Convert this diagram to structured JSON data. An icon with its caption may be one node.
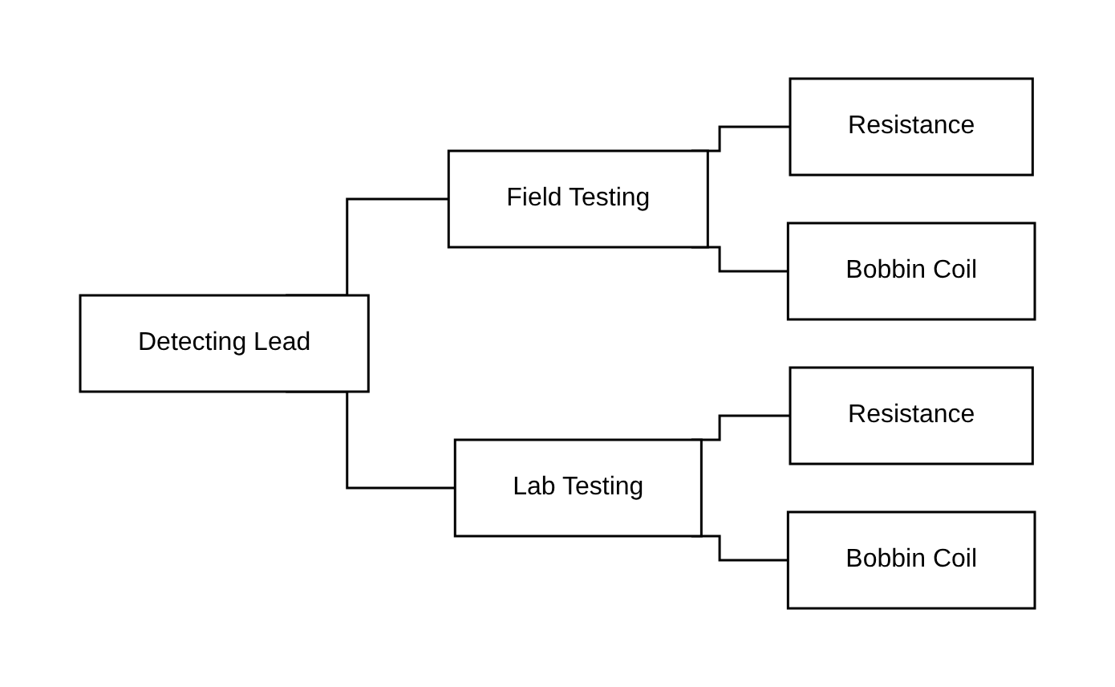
{
  "diagram": {
    "nodes": [
      {
        "text": [
          "Detecting Lead"
        ]
      },
      {
        "text": [
          "Field Testing"
        ]
      },
      {
        "text": [
          "Resistance"
        ]
      },
      {
        "text": [
          "Bobbin Coil"
        ]
      },
      {
        "text": [
          "Lab Testing"
        ]
      },
      {
        "text": [
          "Resistance"
        ]
      },
      {
        "text": [
          "Bobbin Coil"
        ]
      }
    ],
    "edges": [
      {
        "from": 0,
        "to": 1,
        "arrow": "none"
      },
      {
        "from": 0,
        "to": 4,
        "arrow": "none"
      },
      {
        "from": 1,
        "to": 2,
        "arrow": "none"
      },
      {
        "from": 1,
        "to": 3,
        "arrow": "none"
      },
      {
        "from": 4,
        "to": 5,
        "arrow": "none"
      },
      {
        "from": 4,
        "to": 6,
        "arrow": "none"
      }
    ]
  }
}
